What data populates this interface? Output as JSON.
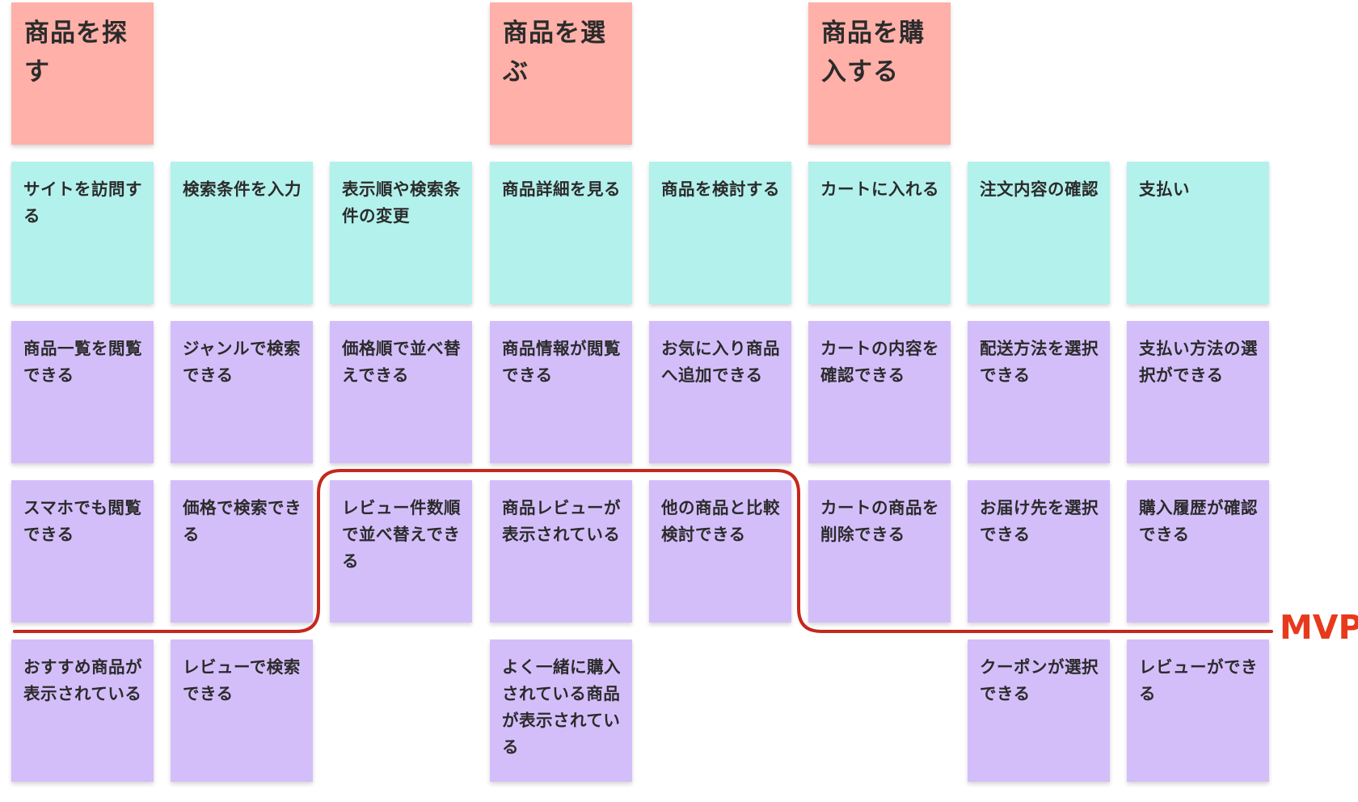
{
  "activities": [
    {
      "id": "find",
      "text": "商品を探す"
    },
    {
      "id": "choose",
      "text": "商品を選ぶ"
    },
    {
      "id": "buy",
      "text": "商品を購入する"
    }
  ],
  "tasks": [
    "サイトを訪問する",
    "検索条件を入力",
    "表示順や検索条件の変更",
    "商品詳細を見る",
    "商品を検討する",
    "カートに入れる",
    "注文内容の確認",
    "支払い"
  ],
  "story_rows": [
    [
      "商品一覧を閲覧できる",
      "ジャンルで検索できる",
      "価格順で並べ替えできる",
      "商品情報が閲覧できる",
      "お気に入り商品へ追加できる",
      "カートの内容を確認できる",
      "配送方法を選択できる",
      "支払い方法の選択ができる"
    ],
    [
      "スマホでも閲覧できる",
      "価格で検索できる",
      "レビュー件数順で並べ替えできる",
      "商品レビューが表示されている",
      "他の商品と比較検討できる",
      "カートの商品を削除できる",
      "お届け先を選択できる",
      "購入履歴が確認できる"
    ],
    [
      "おすすめ商品が表示されている",
      "レビューで検索できる",
      "",
      "よく一緒に購入されている商品が表示されている",
      "",
      "",
      "クーポンが選択できる",
      "レビューができる"
    ]
  ],
  "mvp": {
    "label": "MVP",
    "color": "#c5281c"
  },
  "colors": {
    "activity": "#ffb0a8",
    "task": "#b3f1ec",
    "story": "#d4befa",
    "mvp_label": "#e8391c"
  }
}
